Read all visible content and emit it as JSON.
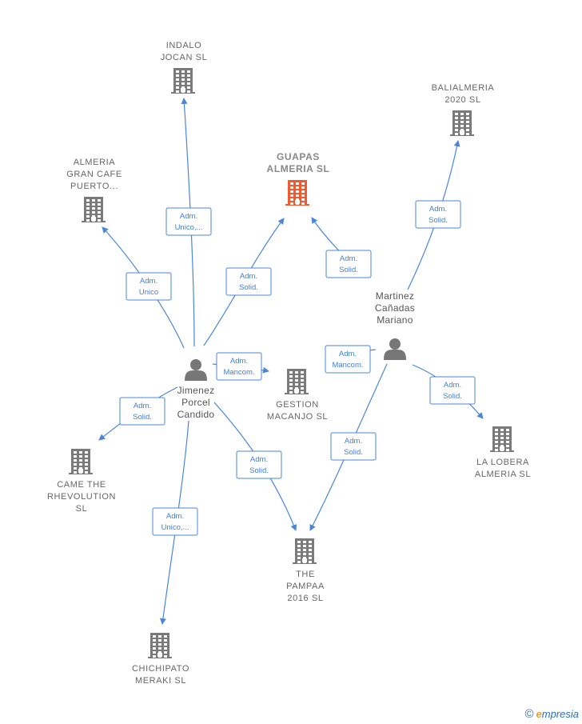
{
  "companies": [
    {
      "id": "indalo",
      "lines": [
        "INDALO",
        "JOCAN  SL"
      ],
      "color": "#7a7a7a",
      "main": false
    },
    {
      "id": "balialmeria",
      "lines": [
        "BALIALMERIA",
        "2020  SL"
      ],
      "color": "#7a7a7a",
      "main": false
    },
    {
      "id": "almeria-gran-cafe",
      "lines": [
        "ALMERIA",
        "GRAN CAFE",
        "PUERTO..."
      ],
      "color": "#7a7a7a",
      "main": false
    },
    {
      "id": "guapas",
      "lines": [
        "GUAPAS",
        "ALMERIA  SL"
      ],
      "color": "#f05a30",
      "main": true
    },
    {
      "id": "gestion-macanjo",
      "lines": [
        "GESTION",
        "MACANJO SL"
      ],
      "color": "#7a7a7a",
      "main": false
    },
    {
      "id": "came-the-rhevolution",
      "lines": [
        "CAME THE",
        "RHEVOLUTION",
        "SL"
      ],
      "color": "#7a7a7a",
      "main": false
    },
    {
      "id": "la-lobera",
      "lines": [
        "LA LOBERA",
        "ALMERIA  SL"
      ],
      "color": "#7a7a7a",
      "main": false
    },
    {
      "id": "the-pampaa",
      "lines": [
        "THE",
        "PAMPAA",
        "2016  SL"
      ],
      "color": "#7a7a7a",
      "main": false
    },
    {
      "id": "chichipato",
      "lines": [
        "CHICHIPATO",
        "MERAKI  SL"
      ],
      "color": "#7a7a7a",
      "main": false
    }
  ],
  "persons": [
    {
      "id": "jimenez",
      "lines": [
        "Jimenez",
        "Porcel",
        "Candido"
      ],
      "color": "#777777"
    },
    {
      "id": "martinez",
      "lines": [
        "Martinez",
        "Cañadas",
        "Mariano"
      ],
      "color": "#777777"
    }
  ],
  "edges": [
    {
      "id": "e1",
      "from": "jimenez",
      "to": "indalo",
      "label": [
        "Adm.",
        "Unico,..."
      ]
    },
    {
      "id": "e2",
      "from": "jimenez",
      "to": "almeria-gran-cafe",
      "label": [
        "Adm.",
        "Unico"
      ]
    },
    {
      "id": "e3",
      "from": "jimenez",
      "to": "guapas",
      "label": [
        "Adm.",
        "Solid."
      ]
    },
    {
      "id": "e4",
      "from": "jimenez",
      "to": "gestion-macanjo",
      "label": [
        "Adm.",
        "Mancom."
      ]
    },
    {
      "id": "e5",
      "from": "jimenez",
      "to": "came-the-rhevolution",
      "label": [
        "Adm.",
        "Solid."
      ]
    },
    {
      "id": "e6",
      "from": "jimenez",
      "to": "the-pampaa",
      "label": [
        "Adm.",
        "Solid."
      ]
    },
    {
      "id": "e7",
      "from": "jimenez",
      "to": "chichipato",
      "label": [
        "Adm.",
        "Unico,..."
      ]
    },
    {
      "id": "e8",
      "from": "martinez",
      "to": "guapas",
      "label": [
        "Adm.",
        "Solid."
      ]
    },
    {
      "id": "e9",
      "from": "martinez",
      "to": "balialmeria",
      "label": [
        "Adm.",
        "Solid."
      ]
    },
    {
      "id": "e10",
      "from": "martinez",
      "to": "gestion-macanjo",
      "label": [
        "Adm.",
        "Mancom."
      ]
    },
    {
      "id": "e11",
      "from": "martinez",
      "to": "la-lobera",
      "label": [
        "Adm.",
        "Solid."
      ]
    },
    {
      "id": "e12",
      "from": "martinez",
      "to": "the-pampaa",
      "label": [
        "Adm.",
        "Solid."
      ]
    }
  ],
  "footer": {
    "copyright": "©",
    "brand_initial": "e",
    "brand_rest": "mpresia"
  }
}
